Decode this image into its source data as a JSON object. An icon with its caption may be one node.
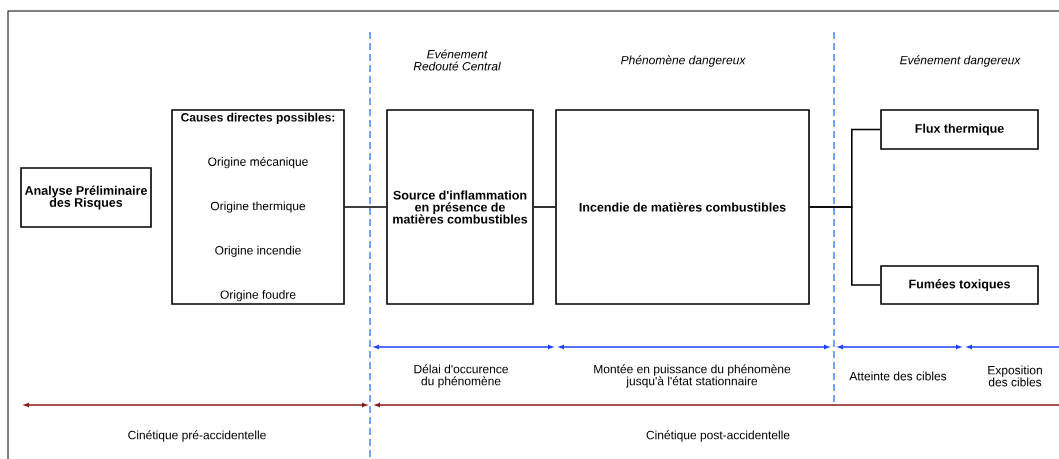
{
  "diagram": {
    "nodes": [
      {
        "text": [
          "Analyse Préliminaire des Risques"
        ]
      },
      {
        "text": [
          "Causes directes possibles:",
          "Origine mécanique",
          "Origine thermique",
          "Origine incendie",
          "Origine foudre"
        ]
      },
      {
        "text": [
          "Source d'inflammation en présence de matières combustibles"
        ]
      },
      {
        "text": [
          "Incendie de matières combustibles"
        ]
      },
      {
        "text": [
          "Flux thermique"
        ]
      },
      {
        "text": [
          "Fumées toxiques"
        ]
      }
    ],
    "edges": [
      {
        "from": 1,
        "to": 2,
        "arrow": "none"
      },
      {
        "from": 2,
        "to": 3,
        "arrow": "none"
      },
      {
        "from": 3,
        "to": 4,
        "arrow": "none"
      },
      {
        "from": 3,
        "to": 5,
        "arrow": "none"
      }
    ],
    "labels": [
      "Evénement Redouté Central",
      "Phénomène dangereux",
      "Evénement dangereux",
      "Délai d'occurence du phénomène",
      "Montée en puissance du phénomène jusqu'à l'état stationnaire",
      "Atteinte des cibles",
      "Exposition des cibles",
      "Cinétique pré-accidentelle",
      "Cinétique post-accidentelle"
    ]
  }
}
